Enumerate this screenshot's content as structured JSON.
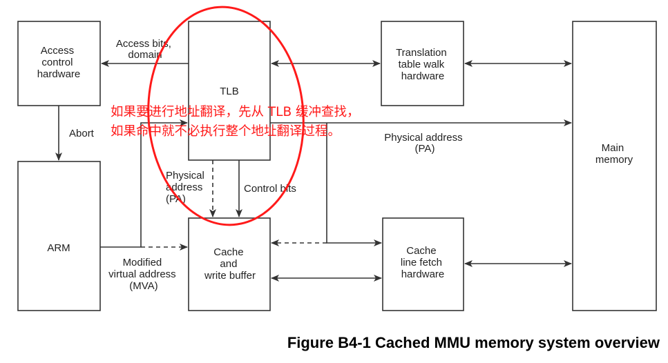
{
  "figure": {
    "caption": "Figure B4-1 Cached MMU memory system overview"
  },
  "blocks": {
    "access_control": [
      "Access",
      "control",
      "hardware"
    ],
    "tlb": [
      "TLB"
    ],
    "translation_walk": [
      "Translation",
      "table walk",
      "hardware"
    ],
    "main_memory": [
      "Main",
      "memory"
    ],
    "arm": [
      "ARM"
    ],
    "cache": [
      "Cache",
      "and",
      "write buffer"
    ],
    "line_fetch": [
      "Cache",
      "line fetch",
      "hardware"
    ]
  },
  "labels": {
    "access_bits": [
      "Access bits,",
      "domain"
    ],
    "abort": [
      "Abort"
    ],
    "physical_address_main": [
      "Physical address",
      "(PA)"
    ],
    "physical_address_tlb": [
      "Physical",
      "address",
      "(PA)"
    ],
    "control_bits": [
      "Control bits"
    ],
    "mva": [
      "Modified",
      "virtual address",
      "(MVA)"
    ]
  },
  "annotation": {
    "color": "#ff1a1a",
    "lines": [
      "如果要进行地址翻译，先从 TLB 缓冲查找，",
      "如果命中就不必执行整个地址翻译过程。"
    ]
  }
}
